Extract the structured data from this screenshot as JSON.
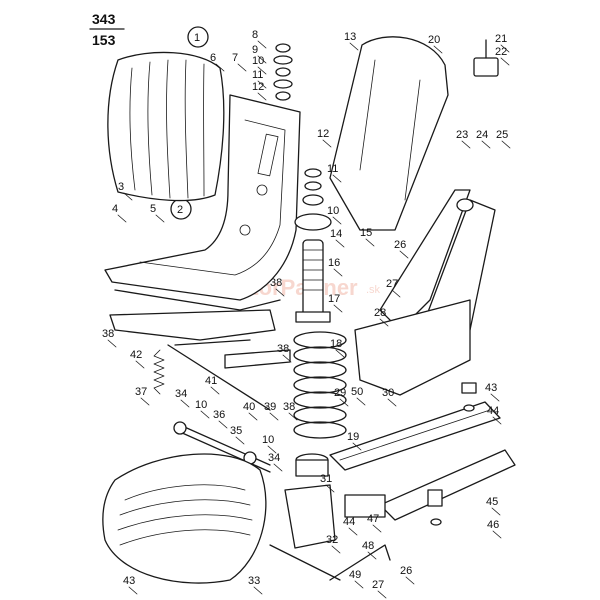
{
  "page_ref": {
    "numerator": "343",
    "denominator": "153"
  },
  "view_markers": [
    "1",
    "2"
  ],
  "watermark": {
    "text": "TraktorPartner",
    "suffix": ".sk"
  },
  "callouts": [
    "3",
    "4",
    "5",
    "6",
    "7",
    "8",
    "9",
    "10",
    "11",
    "12",
    "13",
    "20",
    "21",
    "22",
    "12",
    "11",
    "10",
    "14",
    "15",
    "16",
    "17",
    "23",
    "24",
    "25",
    "26",
    "27",
    "28",
    "38",
    "38",
    "42",
    "41",
    "37",
    "34",
    "10",
    "36",
    "35",
    "38",
    "40",
    "39",
    "38",
    "18",
    "29",
    "30",
    "50",
    "43",
    "44",
    "10",
    "34",
    "19",
    "31",
    "45",
    "46",
    "47",
    "44",
    "48",
    "32",
    "49",
    "33",
    "43",
    "27",
    "26"
  ],
  "colors": {
    "line": "#1a1a1a",
    "watermark": "#f2b8a8"
  }
}
